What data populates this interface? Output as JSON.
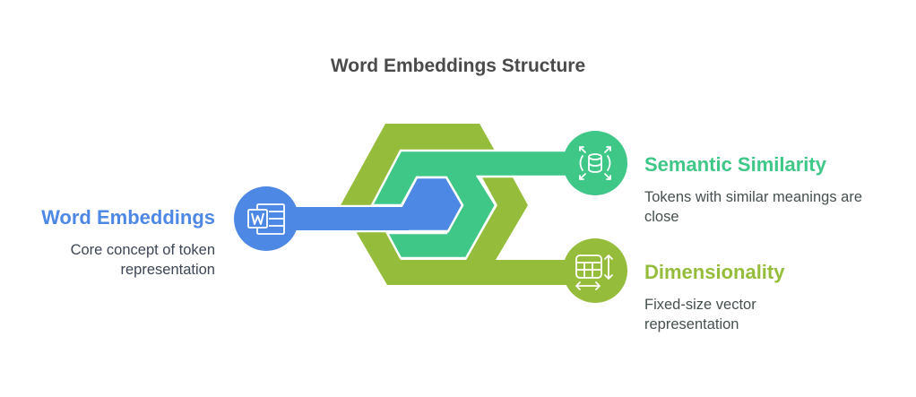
{
  "title": "Word Embeddings Structure",
  "colors": {
    "blue": "#4e88e5",
    "green": "#3ec787",
    "olive": "#95bc3a"
  },
  "nodes": [
    {
      "id": "word-embeddings",
      "title": "Word Embeddings",
      "description": "Core concept of token representation",
      "icon": "word-document-icon",
      "color": "#4e88e5"
    },
    {
      "id": "semantic-similarity",
      "title": "Semantic Similarity",
      "description": "Tokens with similar meanings are close",
      "icon": "database-expand-icon",
      "color": "#3ec787"
    },
    {
      "id": "dimensionality",
      "title": "Dimensionality",
      "description": "Fixed-size vector representation",
      "icon": "table-resize-icon",
      "color": "#95bc3a"
    }
  ]
}
